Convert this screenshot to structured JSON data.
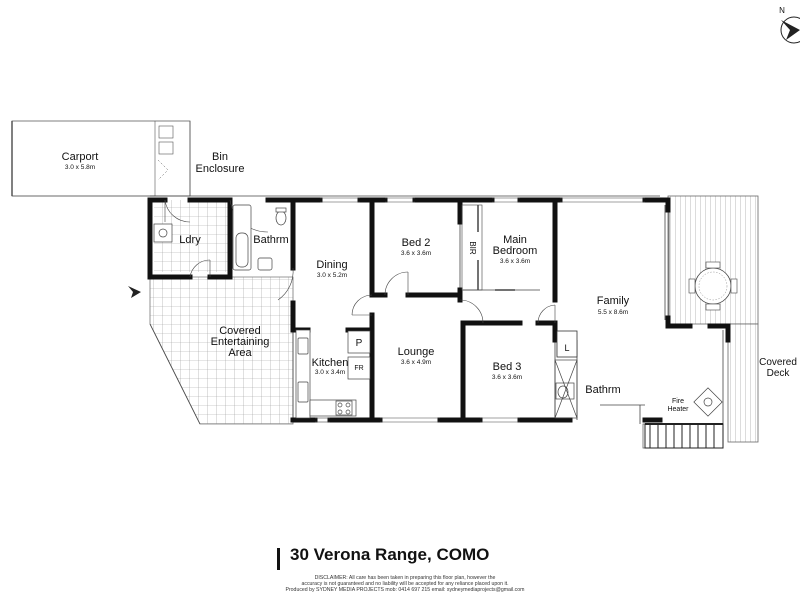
{
  "compass": {
    "label": "N"
  },
  "rooms": {
    "carport": {
      "name": "Carport",
      "dims": "3.0 x 5.8m"
    },
    "bin": {
      "line1": "Bin",
      "line2": "Enclosure"
    },
    "laundry": {
      "name": "Ldry"
    },
    "bathroom": {
      "name": "Bathrm"
    },
    "dining": {
      "name": "Dining",
      "dims": "3.0 x 5.2m"
    },
    "bed2": {
      "name": "Bed 2",
      "dims": "3.6 x 3.6m"
    },
    "bir": {
      "name": "BIR"
    },
    "main_bedroom": {
      "line1": "Main",
      "line2": "Bedroom",
      "dims": "3.6 x 3.6m"
    },
    "family": {
      "name": "Family",
      "dims": "5.5 x 8.6m"
    },
    "covered_entertaining": {
      "line1": "Covered",
      "line2": "Entertaining",
      "line3": "Area"
    },
    "kitchen": {
      "name": "Kitchen",
      "dims": "3.0 x 3.4m"
    },
    "pantry": {
      "name": "P"
    },
    "fridge": {
      "name": "FR"
    },
    "lounge": {
      "name": "Lounge",
      "dims": "3.6 x 4.9m"
    },
    "bed3": {
      "name": "Bed 3",
      "dims": "3.6 x 3.6m"
    },
    "linen": {
      "name": "L"
    },
    "bathroom2": {
      "name": "Bathrm"
    },
    "fire_heater": {
      "line1": "Fire",
      "line2": "Heater"
    },
    "covered_deck": {
      "line1": "Covered",
      "line2": "Deck"
    }
  },
  "address": "30 Verona Range, COMO",
  "disclaimer": {
    "line1": "DISCLAIMER: All care has been taken in preparing this floor plan, however the",
    "line2": "accuracy is not guaranteed and no liability will be accepted for any reliance placed upon it.",
    "line3": "Produced by SYDNEY MEDIA PROJECTS mob: 0414 697 215 email: sydneymediaprojects@gmail.com"
  },
  "colors": {
    "wall": "#111111",
    "thin": "#555555",
    "tile": "#9a9a9a",
    "deck": "#8a8a8a"
  }
}
